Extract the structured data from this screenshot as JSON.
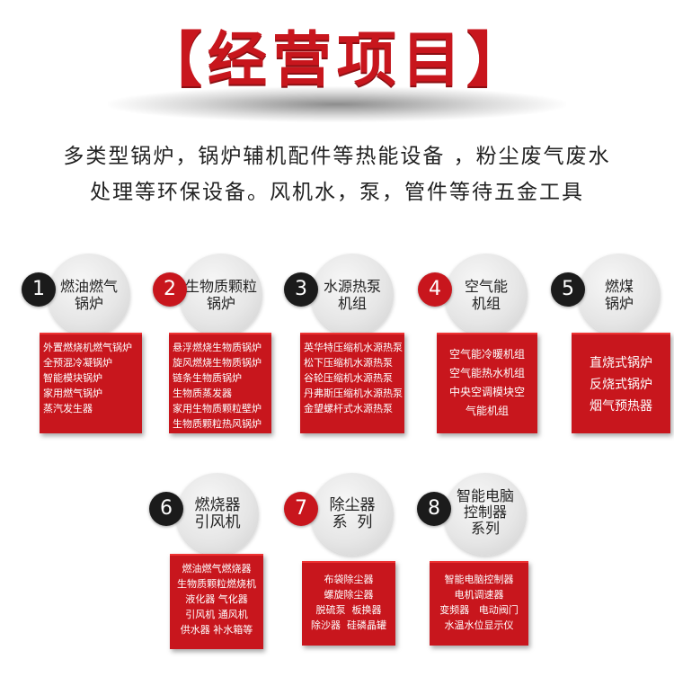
{
  "header": {
    "title": "【经营项目】"
  },
  "intro": {
    "line1": "多类型锅炉，锅炉辅机配件等热能设备 ，粉尘废气废水",
    "line2": "处理等环保设备。风机水，泵，管件等待五金工具"
  },
  "colors": {
    "accent": "#c8161d",
    "dark": "#1b1b1b"
  },
  "items": [
    {
      "number": "1",
      "badge_color": "black",
      "label": [
        "燃油燃气",
        "锅炉"
      ],
      "lines": [
        "外置燃烧机燃气锅炉",
        "全预混冷凝锅炉",
        "智能模块锅炉",
        "家用燃气锅炉",
        "蒸汽发生器"
      ]
    },
    {
      "number": "2",
      "badge_color": "red",
      "label": [
        "生物质颗粒",
        "锅炉"
      ],
      "lines": [
        "悬浮燃烧生物质锅炉",
        "旋风燃烧生物质锅炉",
        "链条生物质锅炉",
        "生物质蒸发器",
        "家用生物质颗粒壁炉",
        "生物质颗粒热风锅炉"
      ]
    },
    {
      "number": "3",
      "badge_color": "black",
      "label": [
        "水源热泵",
        "机组"
      ],
      "lines": [
        "英华特压缩机水源热泵",
        "松下压缩机水源热泵",
        "谷轮压缩机水源热泵",
        "丹弗斯压缩机水源热泵",
        "金望螺杆式水源热泵"
      ]
    },
    {
      "number": "4",
      "badge_color": "red",
      "label": [
        "空气能",
        "机组"
      ],
      "lines": [
        "空气能冷暖机组",
        "空气能热水机组",
        "中央空调模块空",
        "气能机组"
      ]
    },
    {
      "number": "5",
      "badge_color": "black",
      "label": [
        "燃煤",
        "锅炉"
      ],
      "lines": [
        "直烧式锅炉",
        "反烧式锅炉",
        "烟气预热器"
      ]
    },
    {
      "number": "6",
      "badge_color": "black",
      "label": [
        "燃烧器",
        "引风机"
      ],
      "lines": [
        "燃油燃气燃烧器",
        "生物质颗粒燃烧机",
        "液化器  气化器",
        "引风机  通风机",
        "供水器  补水箱等"
      ]
    },
    {
      "number": "7",
      "badge_color": "red",
      "label": [
        "除尘器",
        "系  列"
      ],
      "lines": [
        "布袋除尘器",
        "螺旋除尘器",
        "脱硫泵  板换器",
        "除沙器  硅磷晶罐"
      ]
    },
    {
      "number": "8",
      "badge_color": "black",
      "label": [
        "智能电脑",
        "控制器",
        "系列"
      ],
      "lines": [
        "智能电脑控制器",
        "电机调速器",
        "变频器   电动阀门",
        "水温水位显示仪"
      ]
    }
  ]
}
